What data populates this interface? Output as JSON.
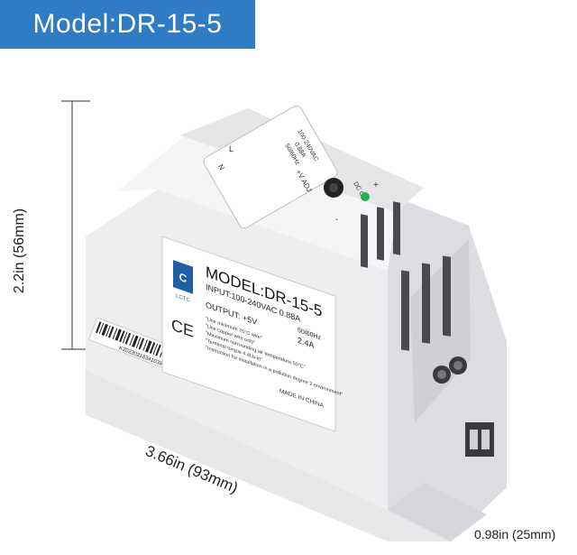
{
  "banner": {
    "title": "Model:DR-15-5"
  },
  "dimensions": {
    "height": "2.2in (56mm)",
    "width": "3.66in (93mm)",
    "depth": "0.98in (25mm)"
  },
  "top_face": {
    "input_rating": "100-240VAC",
    "current": "0.88A",
    "frequency": "50/60Hz",
    "adj_label": "+V ADJ",
    "dc_ok_label": "DC OK",
    "terminal_n": "N",
    "terminal_l": "L",
    "plus": "+",
    "minus": "-"
  },
  "label": {
    "model": "MODEL:DR-15-5",
    "input": "INPUT:100-240VAC 0.88A",
    "freq": "50/60Hz",
    "output": "OUTPUT: +5V",
    "output_current": "2.4A",
    "note1": "\"Use minimum 75°C wire\"",
    "note2": "\"Use copper wire only\"",
    "note3": "\"Maximum surrounding air temperature:50°C\"",
    "note4": "\"Terminal torque 4.4Lb-in\"",
    "note5": "\"Instruction for installation in a pollution degree 2 environment\"",
    "made_in": "MADE IN CHINA",
    "brand": "LCTC",
    "ce_mark": "CE"
  },
  "barcode_text": "K20230218341038",
  "colors": {
    "banner": "#2f7cc4",
    "body_light": "#efeff1",
    "body_shade": "#d4d5d9",
    "led": "#22b04a"
  }
}
